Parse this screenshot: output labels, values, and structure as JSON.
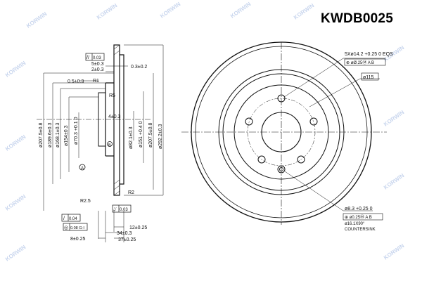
{
  "part_code": "KWDB0025",
  "watermark": {
    "text": "KORWIN",
    "color": "#c9d6ee"
  },
  "section_view": {
    "dims_left": [
      "ø207.5±0.8",
      "ø189.6±0.3",
      "ø168.1±0.3",
      "ø154±0.3",
      "ø70.3 +0.1 0"
    ],
    "dims_right": [
      "ø82.1±0.3",
      "ø151 +0.4 0",
      "ø207.5±0.8",
      "ø292.2±0.3"
    ],
    "dims_top": [
      "5±0.3",
      "2±0.3",
      "0.3±0.2",
      "0.5±0.3",
      "R1",
      "R5"
    ],
    "dims_bottom": [
      "12±0.25",
      "34±0.3",
      "8±0.25",
      "37±0.25"
    ],
    "misc": [
      "R2",
      "R2.5",
      "4±0.3",
      "A",
      "B"
    ],
    "tolerance_frames": [
      {
        "symbol": "//",
        "value": "0.03"
      },
      {
        "symbol": "⌰",
        "value": "0.03"
      },
      {
        "symbol": "/",
        "value": "0.04"
      },
      {
        "symbol": "◎",
        "value": "0.08 G-I"
      }
    ]
  },
  "front_view": {
    "bolt_holes": "5Xø14.2 +0.25 0 EQS",
    "bolt_position": "⊕ øØ.25Ⓜ A B",
    "pcd": "ø115",
    "aux_hole": "ø8.3 +0.25 0",
    "aux_position": "⊕ ø0.25Ⓜ A B",
    "countersink": "ø16.1X90°",
    "countersink_note": "COUNTERSINK"
  }
}
